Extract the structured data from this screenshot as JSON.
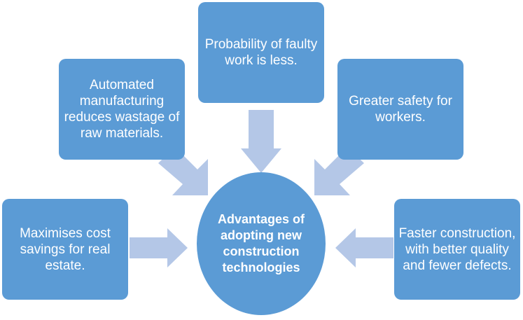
{
  "center": {
    "label": "Advantages of adopting new construction technologies"
  },
  "advantages": {
    "top": "Probability of faulty work is less.",
    "upper_left": "Automated manufacturing reduces wastage of raw materials.",
    "upper_right": "Greater safety for workers.",
    "lower_left": "Maximises cost savings for real estate.",
    "lower_right": "Faster construction, with better quality and fewer defects."
  },
  "colors": {
    "box_fill": "#5b9bd5",
    "arrow_fill": "#b4c7e7",
    "text": "#ffffff"
  }
}
